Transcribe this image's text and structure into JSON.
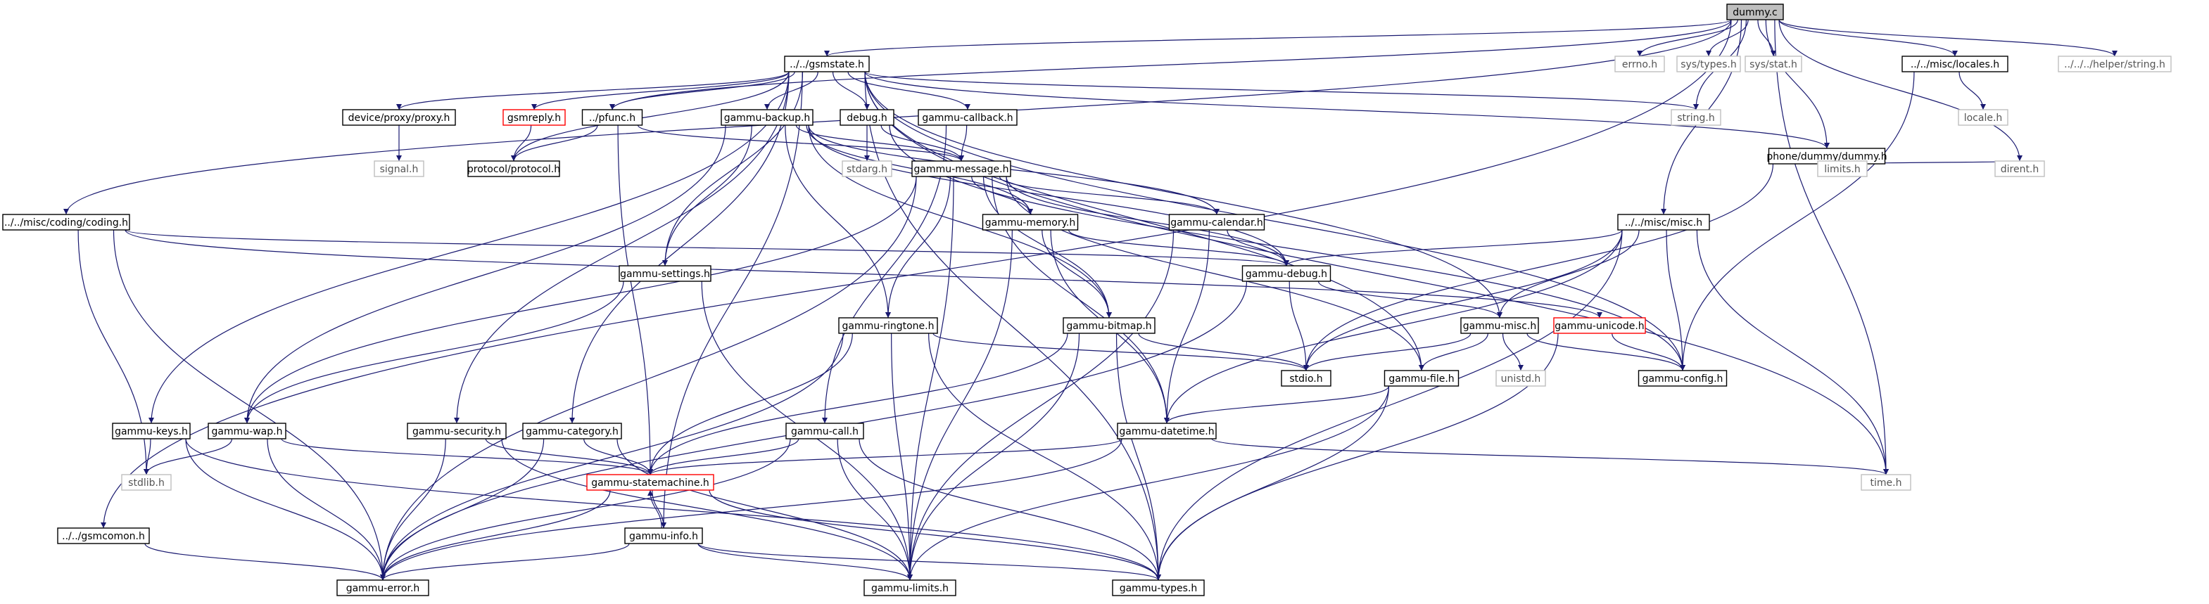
{
  "colors": {
    "edge": "#191970",
    "focus_fill": "#bfbfbf",
    "border": "#000000",
    "missing_border": "#bfbfbf",
    "broken_border": "#ff0000"
  },
  "nodes": {
    "dummy_c": {
      "label": "dummy.c",
      "kind": "focus"
    },
    "gsmstate_h": {
      "label": "../../gsmstate.h",
      "kind": "normal"
    },
    "errno_h": {
      "label": "errno.h",
      "kind": "missing"
    },
    "sys_types_h": {
      "label": "sys/types.h",
      "kind": "missing"
    },
    "sys_stat_h": {
      "label": "sys/stat.h",
      "kind": "missing"
    },
    "misc_locales_h": {
      "label": "../../misc/locales.h",
      "kind": "normal"
    },
    "helper_string_h": {
      "label": "../../../helper/string.h",
      "kind": "missing"
    },
    "device_proxy_h": {
      "label": "device/proxy/proxy.h",
      "kind": "normal"
    },
    "gsmreply_h": {
      "label": "gsmreply.h",
      "kind": "broken"
    },
    "pfunc_h": {
      "label": "../pfunc.h",
      "kind": "normal"
    },
    "gammu_backup_h": {
      "label": "gammu-backup.h",
      "kind": "normal"
    },
    "debug_h": {
      "label": "debug.h",
      "kind": "normal"
    },
    "gammu_callback_h": {
      "label": "gammu-callback.h",
      "kind": "normal"
    },
    "string_h": {
      "label": "string.h",
      "kind": "missing"
    },
    "phone_dummy_h": {
      "label": "phone/dummy/dummy.h",
      "kind": "normal"
    },
    "locale_h": {
      "label": "locale.h",
      "kind": "missing"
    },
    "signal_h": {
      "label": "signal.h",
      "kind": "missing"
    },
    "protocol_h": {
      "label": "protocol/protocol.h",
      "kind": "normal"
    },
    "stdarg_h": {
      "label": "stdarg.h",
      "kind": "missing"
    },
    "gammu_message_h": {
      "label": "gammu-message.h",
      "kind": "normal"
    },
    "limits_h": {
      "label": "limits.h",
      "kind": "missing"
    },
    "dirent_h": {
      "label": "dirent.h",
      "kind": "missing"
    },
    "misc_coding_h": {
      "label": "../../misc/coding/coding.h",
      "kind": "normal"
    },
    "gammu_memory_h": {
      "label": "gammu-memory.h",
      "kind": "normal"
    },
    "gammu_calendar_h": {
      "label": "gammu-calendar.h",
      "kind": "normal"
    },
    "misc_misc_h": {
      "label": "../../misc/misc.h",
      "kind": "normal"
    },
    "gammu_settings_h": {
      "label": "gammu-settings.h",
      "kind": "normal"
    },
    "gammu_debug_h": {
      "label": "gammu-debug.h",
      "kind": "normal"
    },
    "gammu_ringtone_h": {
      "label": "gammu-ringtone.h",
      "kind": "normal"
    },
    "gammu_bitmap_h": {
      "label": "gammu-bitmap.h",
      "kind": "normal"
    },
    "gammu_misc_h": {
      "label": "gammu-misc.h",
      "kind": "normal"
    },
    "gammu_unicode_h": {
      "label": "gammu-unicode.h",
      "kind": "broken"
    },
    "stdio_h": {
      "label": "stdio.h",
      "kind": "normal"
    },
    "unistd_h": {
      "label": "unistd.h",
      "kind": "missing"
    },
    "gammu_config_h": {
      "label": "gammu-config.h",
      "kind": "normal"
    },
    "gammu_file_h": {
      "label": "gammu-file.h",
      "kind": "normal"
    },
    "gammu_keys_h": {
      "label": "gammu-keys.h",
      "kind": "normal"
    },
    "gammu_wap_h": {
      "label": "gammu-wap.h",
      "kind": "normal"
    },
    "gammu_security_h": {
      "label": "gammu-security.h",
      "kind": "normal"
    },
    "gammu_category_h": {
      "label": "gammu-category.h",
      "kind": "normal"
    },
    "gammu_call_h": {
      "label": "gammu-call.h",
      "kind": "normal"
    },
    "gammu_datetime_h": {
      "label": "gammu-datetime.h",
      "kind": "normal"
    },
    "stdlib_h": {
      "label": "stdlib.h",
      "kind": "missing"
    },
    "gammu_statemachine_h": {
      "label": "gammu-statemachine.h",
      "kind": "broken"
    },
    "time_h": {
      "label": "time.h",
      "kind": "missing"
    },
    "gammu_info_h": {
      "label": "gammu-info.h",
      "kind": "normal"
    },
    "gsmcomon_h": {
      "label": "../../gsmcomon.h",
      "kind": "normal"
    },
    "gammu_error_h": {
      "label": "gammu-error.h",
      "kind": "normal"
    },
    "gammu_limits_h": {
      "label": "gammu-limits.h",
      "kind": "normal"
    },
    "gammu_types_h": {
      "label": "gammu-types.h",
      "kind": "normal"
    }
  },
  "edges": [
    [
      "dummy_c",
      "gsmstate_h"
    ],
    [
      "dummy_c",
      "errno_h"
    ],
    [
      "dummy_c",
      "sys_types_h"
    ],
    [
      "dummy_c",
      "sys_stat_h"
    ],
    [
      "dummy_c",
      "misc_locales_h"
    ],
    [
      "dummy_c",
      "helper_string_h"
    ],
    [
      "dummy_c",
      "string_h"
    ],
    [
      "dummy_c",
      "phone_dummy_h"
    ],
    [
      "dummy_c",
      "dirent_h"
    ],
    [
      "dummy_c",
      "misc_coding_h"
    ],
    [
      "dummy_c",
      "misc_misc_h"
    ],
    [
      "dummy_c",
      "time_h"
    ],
    [
      "dummy_c",
      "gsmcomon_h"
    ],
    [
      "dummy_c",
      "pfunc_h"
    ],
    [
      "gsmstate_h",
      "device_proxy_h"
    ],
    [
      "gsmstate_h",
      "gsmreply_h"
    ],
    [
      "gsmstate_h",
      "pfunc_h"
    ],
    [
      "gsmstate_h",
      "gammu_backup_h"
    ],
    [
      "gsmstate_h",
      "debug_h"
    ],
    [
      "gsmstate_h",
      "gammu_callback_h"
    ],
    [
      "gsmstate_h",
      "string_h"
    ],
    [
      "gsmstate_h",
      "phone_dummy_h"
    ],
    [
      "gsmstate_h",
      "protocol_h"
    ],
    [
      "gsmstate_h",
      "gammu_keys_h"
    ],
    [
      "gsmstate_h",
      "gammu_settings_h"
    ],
    [
      "gsmstate_h",
      "gammu_security_h"
    ],
    [
      "gsmstate_h",
      "gammu_category_h"
    ],
    [
      "gsmstate_h",
      "gammu_info_h"
    ],
    [
      "gsmstate_h",
      "gammu_misc_h"
    ],
    [
      "gsmstate_h",
      "gammu_file_h"
    ],
    [
      "gsmstate_h",
      "gammu_config_h"
    ],
    [
      "gsmstate_h",
      "gammu_types_h"
    ],
    [
      "gsmstate_h",
      "time_h"
    ],
    [
      "misc_locales_h",
      "locale_h"
    ],
    [
      "misc_locales_h",
      "gammu_config_h"
    ],
    [
      "device_proxy_h",
      "signal_h"
    ],
    [
      "gsmreply_h",
      "protocol_h"
    ],
    [
      "pfunc_h",
      "protocol_h"
    ],
    [
      "pfunc_h",
      "gammu_message_h"
    ],
    [
      "pfunc_h",
      "gammu_statemachine_h"
    ],
    [
      "gammu_backup_h",
      "gammu_message_h"
    ],
    [
      "gammu_backup_h",
      "gammu_settings_h"
    ],
    [
      "gammu_backup_h",
      "gammu_wap_h"
    ],
    [
      "gammu_backup_h",
      "gammu_ringtone_h"
    ],
    [
      "gammu_backup_h",
      "gammu_bitmap_h"
    ],
    [
      "gammu_backup_h",
      "gammu_calendar_h"
    ],
    [
      "gammu_backup_h",
      "gammu_memory_h"
    ],
    [
      "gammu_backup_h",
      "gammu_debug_h"
    ],
    [
      "debug_h",
      "stdarg_h"
    ],
    [
      "debug_h",
      "gammu_message_h"
    ],
    [
      "debug_h",
      "gammu_config_h"
    ],
    [
      "gammu_callback_h",
      "gammu_message_h"
    ],
    [
      "gammu_callback_h",
      "gammu_call_h"
    ],
    [
      "phone_dummy_h",
      "limits_h"
    ],
    [
      "phone_dummy_h",
      "dirent_h"
    ],
    [
      "phone_dummy_h",
      "stdio_h"
    ],
    [
      "gammu_message_h",
      "gammu_memory_h"
    ],
    [
      "gammu_message_h",
      "gammu_calendar_h"
    ],
    [
      "gammu_message_h",
      "gammu_debug_h"
    ],
    [
      "gammu_message_h",
      "gammu_ringtone_h"
    ],
    [
      "gammu_message_h",
      "gammu_bitmap_h"
    ],
    [
      "gammu_message_h",
      "gammu_file_h"
    ],
    [
      "gammu_message_h",
      "gammu_wap_h"
    ],
    [
      "gammu_message_h",
      "gammu_datetime_h"
    ],
    [
      "gammu_message_h",
      "gammu_limits_h"
    ],
    [
      "gammu_message_h",
      "gammu_error_h"
    ],
    [
      "misc_coding_h",
      "gammu_debug_h"
    ],
    [
      "misc_coding_h",
      "gammu_unicode_h"
    ],
    [
      "misc_coding_h",
      "stdlib_h"
    ],
    [
      "misc_coding_h",
      "gammu_error_h"
    ],
    [
      "gammu_memory_h",
      "gammu_debug_h"
    ],
    [
      "gammu_memory_h",
      "gammu_bitmap_h"
    ],
    [
      "gammu_memory_h",
      "gammu_datetime_h"
    ],
    [
      "gammu_memory_h",
      "gammu_limits_h"
    ],
    [
      "gammu_calendar_h",
      "gammu_debug_h"
    ],
    [
      "gammu_calendar_h",
      "gammu_datetime_h"
    ],
    [
      "gammu_calendar_h",
      "gammu_limits_h"
    ],
    [
      "misc_misc_h",
      "gammu_debug_h"
    ],
    [
      "misc_misc_h",
      "stdio_h"
    ],
    [
      "misc_misc_h",
      "gammu_misc_h"
    ],
    [
      "misc_misc_h",
      "gammu_config_h"
    ],
    [
      "misc_misc_h",
      "time_h"
    ],
    [
      "misc_misc_h",
      "gammu_datetime_h"
    ],
    [
      "misc_misc_h",
      "gammu_types_h"
    ],
    [
      "gammu_settings_h",
      "gammu_wap_h"
    ],
    [
      "gammu_settings_h",
      "gammu_limits_h"
    ],
    [
      "gammu_debug_h",
      "stdio_h"
    ],
    [
      "gammu_debug_h",
      "gammu_misc_h"
    ],
    [
      "gammu_debug_h",
      "gammu_error_h"
    ],
    [
      "gammu_ringtone_h",
      "gammu_statemachine_h"
    ],
    [
      "gammu_ringtone_h",
      "gammu_limits_h"
    ],
    [
      "gammu_ringtone_h",
      "gammu_types_h"
    ],
    [
      "gammu_ringtone_h",
      "gammu_error_h"
    ],
    [
      "gammu_ringtone_h",
      "stdio_h"
    ],
    [
      "gammu_bitmap_h",
      "stdio_h"
    ],
    [
      "gammu_bitmap_h",
      "gammu_statemachine_h"
    ],
    [
      "gammu_bitmap_h",
      "gammu_limits_h"
    ],
    [
      "gammu_bitmap_h",
      "gammu_types_h"
    ],
    [
      "gammu_misc_h",
      "stdio_h"
    ],
    [
      "gammu_misc_h",
      "unistd_h"
    ],
    [
      "gammu_misc_h",
      "gammu_config_h"
    ],
    [
      "gammu_misc_h",
      "gammu_file_h"
    ],
    [
      "gammu_unicode_h",
      "gammu_config_h"
    ],
    [
      "gammu_unicode_h",
      "gammu_types_h"
    ],
    [
      "gammu_file_h",
      "gammu_datetime_h"
    ],
    [
      "gammu_file_h",
      "gammu_limits_h"
    ],
    [
      "gammu_file_h",
      "gammu_types_h"
    ],
    [
      "gammu_keys_h",
      "stdlib_h"
    ],
    [
      "gammu_keys_h",
      "gammu_error_h"
    ],
    [
      "gammu_keys_h",
      "gammu_types_h"
    ],
    [
      "gammu_wap_h",
      "stdlib_h"
    ],
    [
      "gammu_wap_h",
      "gammu_statemachine_h"
    ],
    [
      "gammu_wap_h",
      "gammu_error_h"
    ],
    [
      "gammu_security_h",
      "gammu_statemachine_h"
    ],
    [
      "gammu_security_h",
      "gammu_error_h"
    ],
    [
      "gammu_security_h",
      "gammu_limits_h"
    ],
    [
      "gammu_category_h",
      "gammu_statemachine_h"
    ],
    [
      "gammu_category_h",
      "gammu_error_h"
    ],
    [
      "gammu_category_h",
      "gammu_limits_h"
    ],
    [
      "gammu_call_h",
      "gammu_statemachine_h"
    ],
    [
      "gammu_call_h",
      "gammu_error_h"
    ],
    [
      "gammu_call_h",
      "gammu_limits_h"
    ],
    [
      "gammu_call_h",
      "gammu_types_h"
    ],
    [
      "gammu_datetime_h",
      "gammu_statemachine_h"
    ],
    [
      "gammu_datetime_h",
      "time_h"
    ],
    [
      "gammu_datetime_h",
      "gammu_error_h"
    ],
    [
      "gammu_statemachine_h",
      "gammu_info_h"
    ],
    [
      "gammu_statemachine_h",
      "gammu_error_h"
    ],
    [
      "gammu_statemachine_h",
      "gammu_types_h"
    ],
    [
      "gammu_info_h",
      "gammu_statemachine_h"
    ],
    [
      "gammu_info_h",
      "gammu_error_h"
    ],
    [
      "gammu_info_h",
      "gammu_limits_h"
    ],
    [
      "gammu_info_h",
      "gammu_types_h"
    ],
    [
      "gsmcomon_h",
      "gammu_error_h"
    ]
  ]
}
